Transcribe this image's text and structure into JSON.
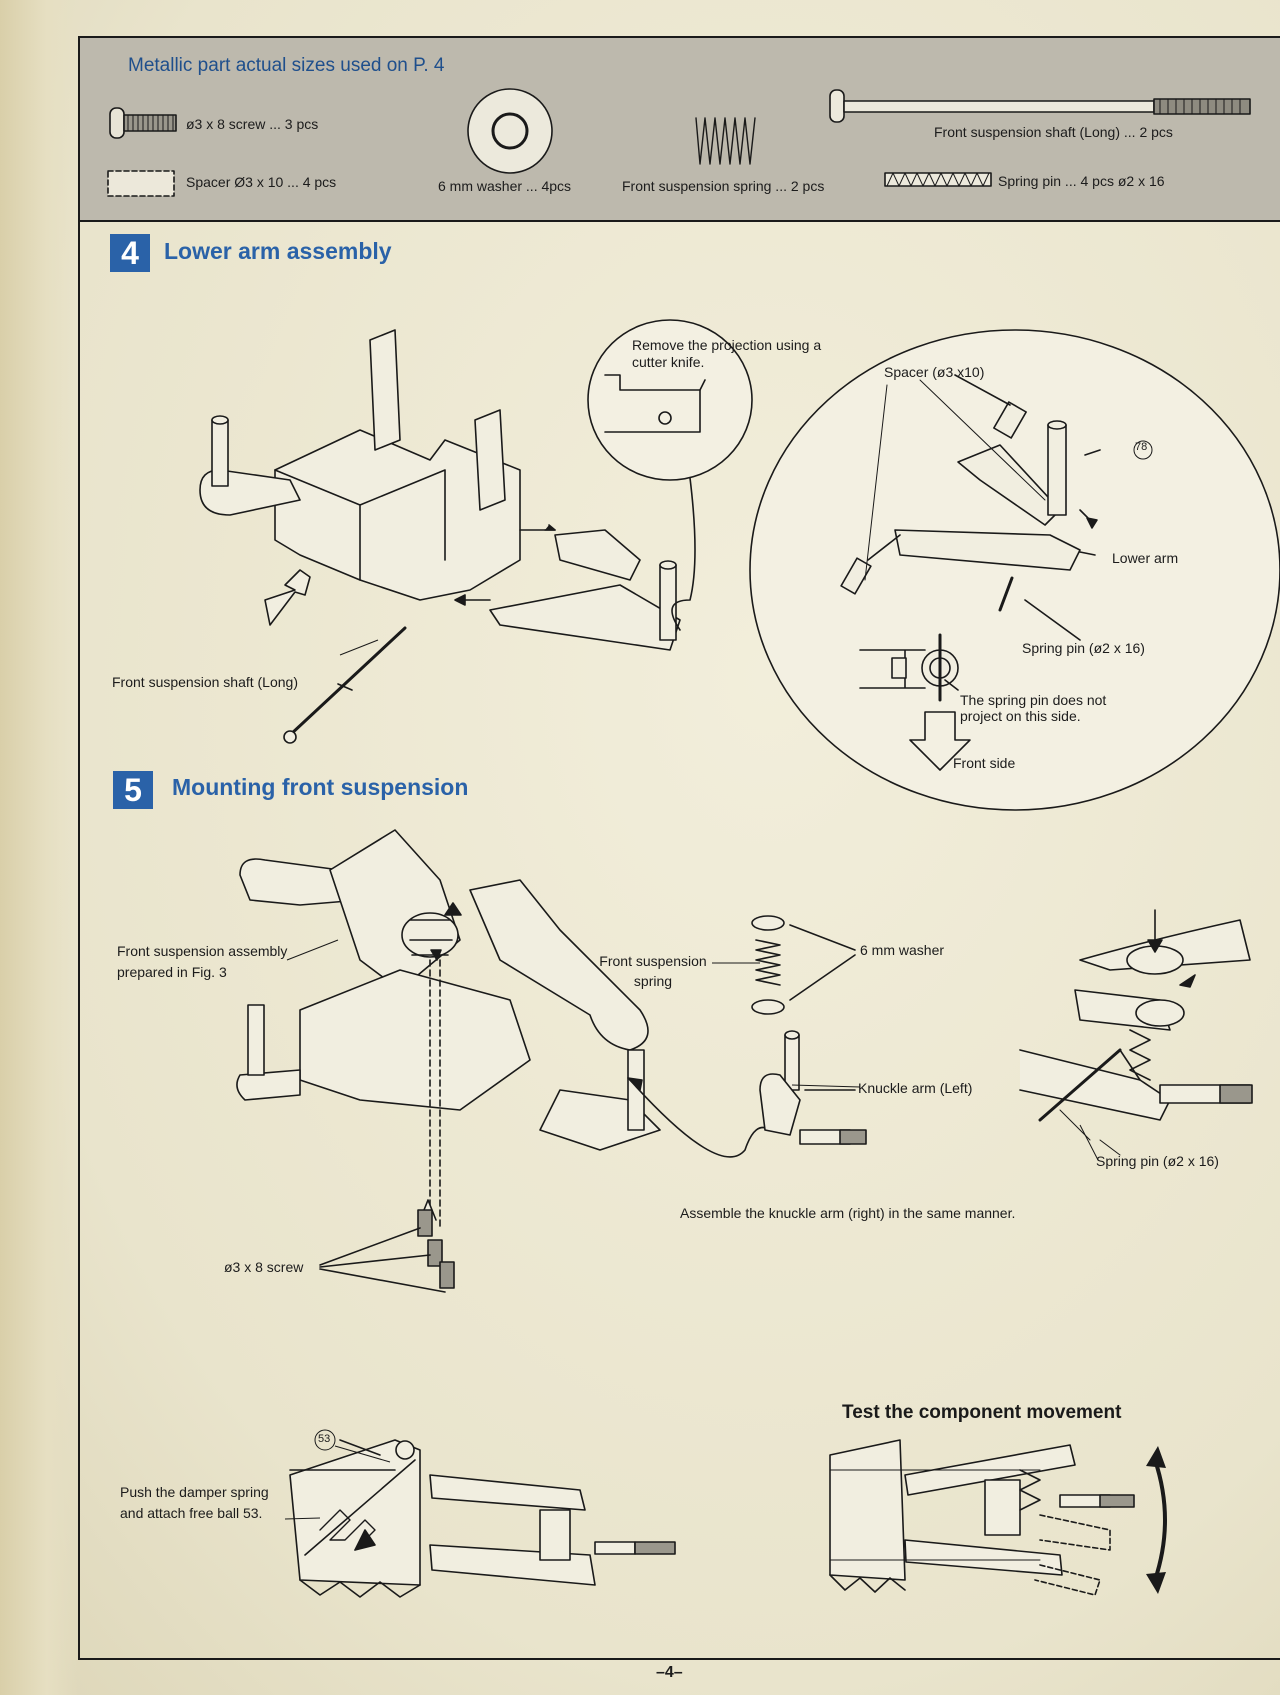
{
  "header": {
    "title": "Metallic part actual sizes  used on P. 4",
    "parts": {
      "screw": "ø3 x 8 screw ... 3 pcs",
      "spacer": "Spacer Ø3 x 10      ... 4 pcs",
      "washer": "6 mm washer ... 4pcs",
      "spring": "Front suspension spring ... 2 pcs",
      "shaft": "Front suspension shaft (Long) ... 2 pcs",
      "pin": "Spring pin      ... 4 pcs   ø2 x 16"
    }
  },
  "step4": {
    "number": "4",
    "title": "Lower arm assembly",
    "callout_projection": "Remove the projection using a cutter knife.",
    "label_spacer": "Spacer (ø3 x10)",
    "label_part_no": "78",
    "label_lower_arm": "Lower arm",
    "label_spring_pin": "Spring pin (ø2 x 16)",
    "label_not_project": "The spring pin does not project on this side.",
    "label_front_side": "Front side",
    "label_shaft": "Front suspension shaft (Long)"
  },
  "step5": {
    "number": "5",
    "title": "Mounting front suspension",
    "label_assembly": "Front suspension assembly prepared in Fig. 3",
    "label_spring": "Front suspension spring",
    "label_washer": "6 mm washer",
    "label_knuckle": "Knuckle arm (Left)",
    "label_spring_pin": "Spring pin (ø2 x 16)",
    "label_same_manner": "Assemble the knuckle arm (right) in the same manner.",
    "label_screw": "ø3 x 8 screw"
  },
  "bottom": {
    "test_title": "Test the component movement",
    "label_part_no": "53",
    "label_push": "Push the damper spring and attach free ball 53."
  },
  "page_number": "–4–"
}
